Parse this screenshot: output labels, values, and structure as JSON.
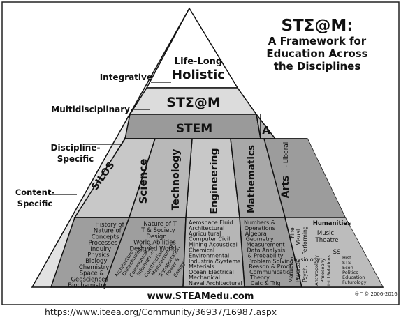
{
  "header": {
    "title": "STΣ@M:",
    "subtitle_lines": [
      "A Framework for",
      "Education Across",
      "the Disciplines"
    ]
  },
  "levels": {
    "integrative": "Integrative",
    "multidisciplinary": "Multidisciplinary",
    "discipline_specific_1": "Discipline-",
    "discipline_specific_2": "Specific",
    "content_specific_1": "Content-",
    "content_specific_2": "Specific"
  },
  "tiers": {
    "top_1": "Life-Long",
    "top_2": "Holistic",
    "steam": "STΣ@M",
    "stem": "STEM",
    "a": "A"
  },
  "columns": {
    "silos": "SILOS",
    "science": "Science",
    "technology": "Technology",
    "engineering": "Engineering",
    "mathematics": "Mathematics",
    "arts": "Arts",
    "liberal": "- Liberal"
  },
  "content": {
    "science": [
      "History of",
      "Nature of",
      "Concepts",
      "Processes",
      "Inquiry",
      "Physics",
      "Biology",
      "Chemistry",
      "Space &",
      "Geosciences",
      "Biochemistry"
    ],
    "technology_top": [
      "Nature of T",
      "T & Society",
      "Design",
      "World Abilities",
      "Designed World"
    ],
    "technology_rotated": [
      "Architecture",
      "Biotechnology",
      "Communication",
      "Information",
      "Construction",
      "Manufacturing",
      "Transportation",
      "Power &",
      "Energy"
    ],
    "engineering": [
      "Aerospace  Fluid",
      "Architectural",
      "Agricultural",
      "Computer         Civil",
      "Mining    Acoustical",
      "Chemical",
      "Environmental",
      "Industrial/Systems",
      "Materials",
      "Ocean          Electrical",
      "Mechanical",
      "Naval   Architectural"
    ],
    "mathematics": [
      "Numbers &",
      "Operations",
      "Algebra",
      "Geometry",
      "Measurement",
      "Data Analysis",
      "& Probability",
      "Problem Solving",
      "Reason & Proof",
      "Communication",
      "Theory",
      "Calc & Trig"
    ],
    "arts": {
      "humanities": "Humanities",
      "fine": "Fine",
      "visual": "Visual",
      "performing": "Performing",
      "music": "Music",
      "theatre": "Theatre",
      "ss": "SS",
      "physiology": "Physiology",
      "manual": "Manual",
      "physical": "Physical",
      "psych": "Psych.",
      "anthropology": "Anthropology",
      "philosophy": "Philosophy",
      "intl_relations": "Int'l Relations",
      "right_col": [
        "Hist",
        "STS",
        "Econ",
        "Politics",
        "Education",
        "Futurology"
      ]
    }
  },
  "footer": {
    "url": "www.STEAMedu.com",
    "copyright": "®™© 2006-2016"
  },
  "caption": "https://www.iteea.org/Community/36937/16987.aspx"
}
